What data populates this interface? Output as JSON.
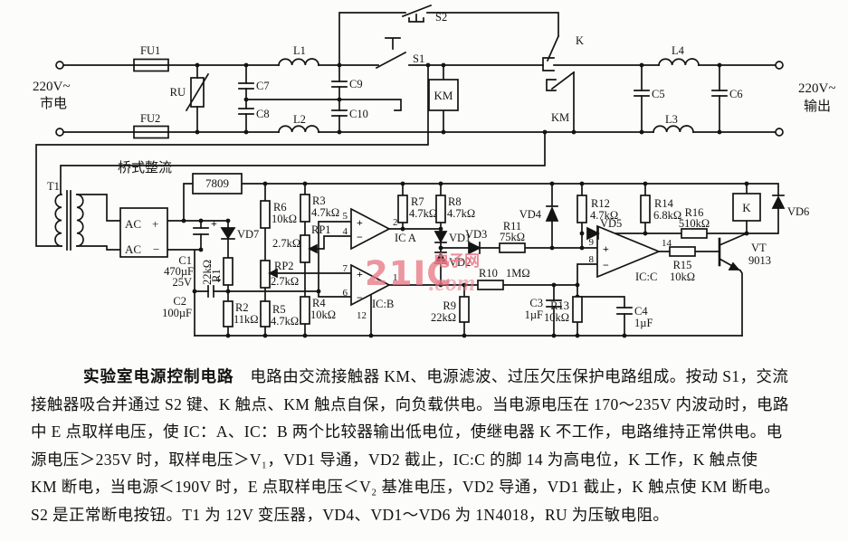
{
  "colors": {
    "ink": "#141414",
    "watermark_pink": "#e77887",
    "paper": "#fcfcfa"
  },
  "watermark": {
    "big": "21IC",
    "cn": "电子网",
    "com": ".com"
  },
  "labels": {
    "mains1": "220V~",
    "mains2": "市电",
    "out1": "220V~",
    "out2": "输出",
    "fu1": "FU1",
    "fu2": "FU2",
    "ru": "RU",
    "c7": "C7",
    "c8": "C8",
    "c9": "C9",
    "c10": "C10",
    "l1": "L1",
    "l2": "L2",
    "l3": "L3",
    "l4": "L4",
    "c5": "C5",
    "c6": "C6",
    "s1": "S1",
    "s2": "S2",
    "km_coil": "KM",
    "k_contact": "K",
    "km_contact": "KM",
    "t1": "T1",
    "bridge": "桥式整流",
    "ac_top": "AC",
    "plus_top": "+",
    "ac_bot": "AC",
    "minus_bot": "−",
    "reg": "7809",
    "c1": "C1",
    "c1v": "470µF",
    "c1v2": "25V",
    "c1plus": "+",
    "vd7": "VD7",
    "r1": "R1",
    "r1v": "22kΩ",
    "c2": "C2",
    "c2v": "100µF",
    "c2plus": "+",
    "r2": "R2",
    "r2v": "11kΩ",
    "r6": "R6",
    "r6v": "10kΩ",
    "rp1": "RP1",
    "rp1v": "2.7kΩ",
    "rp2": "RP2",
    "rp2v": "2.7kΩ",
    "r3": "R3",
    "r3v": "4.7kΩ",
    "r4": "R4",
    "r4v": "10kΩ",
    "r5": "R5",
    "r5v": "4.7kΩ",
    "r7": "R7",
    "r7v": "4.7kΩ",
    "r8": "R8",
    "r8v": "4.7kΩ",
    "ica": "IC A",
    "icb": "IC:B",
    "icc": "IC:C",
    "p5": "5",
    "p4": "4",
    "p2": "2",
    "p7": "7",
    "p6": "6",
    "p1": "1",
    "p12": "12",
    "p9": "9",
    "p8": "8",
    "p14": "14",
    "plus": "+",
    "minus": "−",
    "vd1": "VD1",
    "vd2": "VD2",
    "vd3": "VD3",
    "vd4": "VD4",
    "vd5": "VD5",
    "vd6": "VD6",
    "r9": "R9",
    "r9v": "22kΩ",
    "r10": "R10",
    "r10v": "1MΩ",
    "r11": "R11",
    "r11v": "75kΩ",
    "r12": "R12",
    "r12v": "4.7kΩ",
    "r13": "R13",
    "r13v": "10kΩ",
    "r14": "R14",
    "r14v": "6.8kΩ",
    "r15": "R15",
    "r15v": "10kΩ",
    "r16": "R16",
    "r16v": "510kΩ",
    "c3": "C3",
    "c3v": "1µF",
    "c4": "C4",
    "c4v": "1µF",
    "k_relay": "K",
    "vt": "VT",
    "vtv": "9013"
  },
  "caption": {
    "title": "实验室电源控制电路",
    "line1": "电路由交流接触器 KM、电源滤波、过压欠压保护电路组成。按动 S1，交流",
    "line2": "接触器吸合并通过 S2 键、K 触点、KM 触点自保，向负载供电。当电源电压在 170～235V 内波动时，电路",
    "line3": "中 E 点取样电压，使 IC：A、IC：B 两个比较器输出低电位，使继电器 K 不工作，电路维持正常供电。电",
    "line4": "源电压＞235V 时，取样电压＞V₁，VD1 导通，VD2 截止，IC:C 的脚 14 为高电位，K 工作，K 触点使",
    "line5": "KM 断电，当电源＜190V 时，E 点取样电压＜V₂ 基准电压，VD2 导通，VD1 截止，K 触点使 KM 断电。",
    "line6": "S2 是正常断电按钮。T1 为 12V 变压器，VD4、VD1～VD6 为 1N4018，RU 为压敏电阻。"
  }
}
